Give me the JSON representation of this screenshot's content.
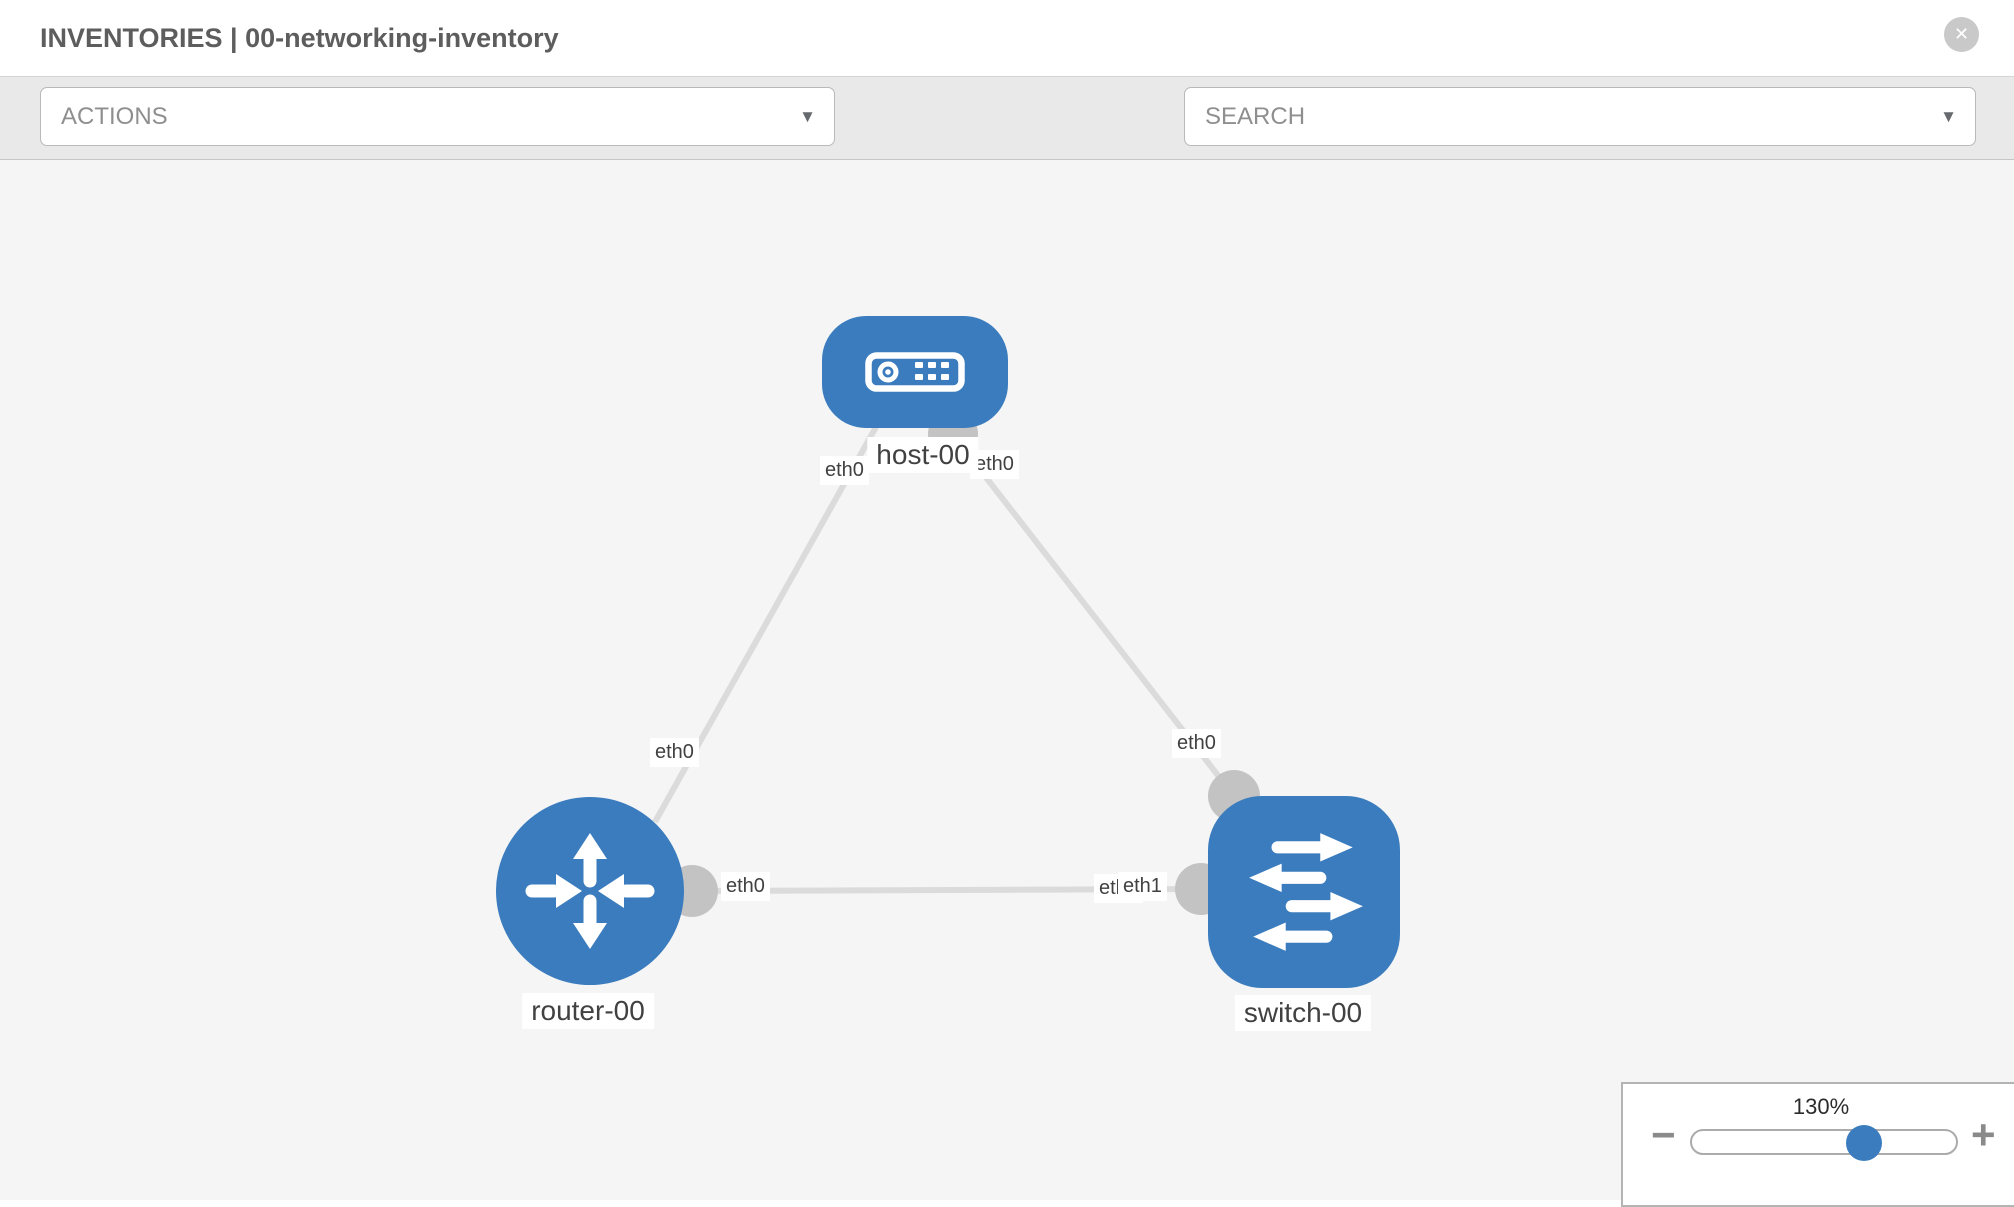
{
  "header": {
    "title": "INVENTORIES | 00-networking-inventory",
    "inventory_name": "00-networking-inventory",
    "close_glyph": "✕"
  },
  "toolbar": {
    "actions_label": "ACTIONS",
    "search_placeholder": "SEARCH",
    "caret_glyph": "▼",
    "icons": [
      "wrench-icon",
      "key-icon"
    ]
  },
  "topology": {
    "nodes": [
      {
        "id": "host-00",
        "label": "host-00",
        "type": "host",
        "icon": "host-icon"
      },
      {
        "id": "router-00",
        "label": "router-00",
        "type": "router",
        "icon": "router-icon"
      },
      {
        "id": "switch-00",
        "label": "switch-00",
        "type": "switch",
        "icon": "switch-icon"
      }
    ],
    "links": [
      {
        "source": "host-00",
        "target": "router-00",
        "interface_a": "eth0",
        "interface_b": "eth0"
      },
      {
        "source": "host-00",
        "target": "switch-00",
        "interface_a": "eth0",
        "interface_b": "eth0"
      },
      {
        "source": "router-00",
        "target": "switch-00",
        "interface_a": "eth0",
        "interface_b": "eth1",
        "interface_b_overlapped": "eth1"
      }
    ]
  },
  "zoom_control": {
    "level": "130%",
    "value": 130,
    "minus_glyph": "−",
    "plus_glyph": "+"
  },
  "colors": {
    "node_blue": "#3a7cbe",
    "link_gray": "#dbdbdb",
    "connector_gray": "#c3c3c3",
    "canvas_bg": "#f5f5f5",
    "toolbar_bg": "#e9e9e9",
    "knob_blue": "#3a7cbe"
  }
}
